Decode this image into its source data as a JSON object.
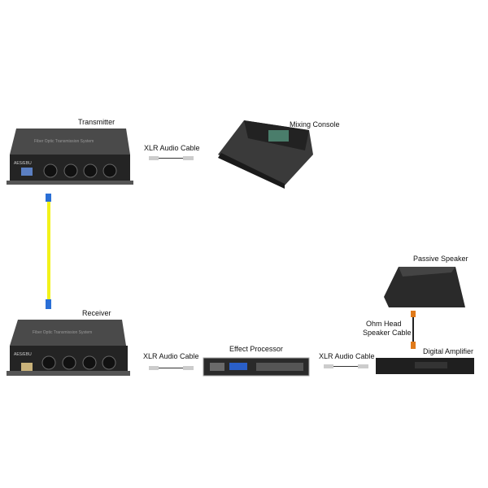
{
  "labels": {
    "transmitter": "Transmitter",
    "receiver": "Receiver",
    "mixing_console": "Mixing Console",
    "xlr_cable_1": "XLR Audio Cable",
    "xlr_cable_2": "XLR Audio Cable",
    "xlr_cable_3": "XLR Audio Cable",
    "effect_processor": "Effect Processor",
    "digital_amplifier": "Digital Amplifier",
    "passive_speaker": "Passive Speaker",
    "speaker_cable_line1": "Ohm Head",
    "speaker_cable_line2": "Speaker Cable"
  },
  "device_text": {
    "system_name": "Fiber Optic Transmission System",
    "port_label": "AES/EBU"
  },
  "colors": {
    "fiber": "#f2f21a",
    "fiber_connector": "#2a6fd6",
    "device_body": "#2b2b2b",
    "speaker_cable": "#e07a1a"
  }
}
